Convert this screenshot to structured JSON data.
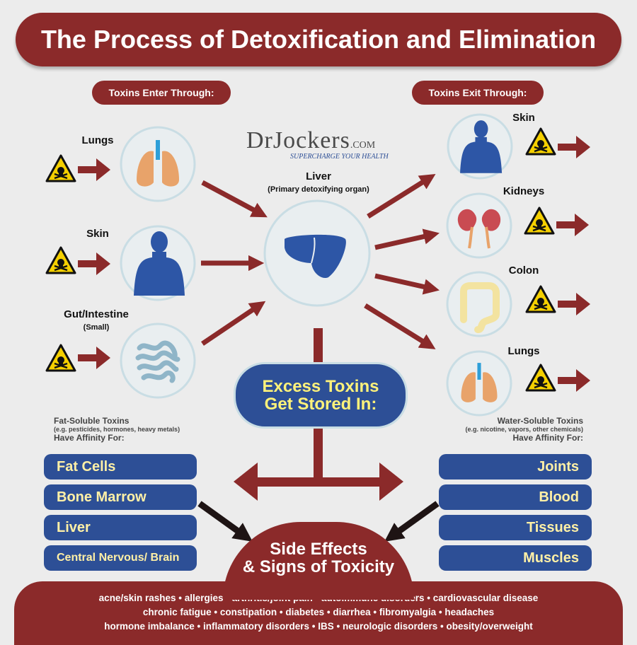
{
  "title": "The Process of Detoxification and Elimination",
  "enter_header": "Toxins Enter Through:",
  "exit_header": "Toxins Exit Through:",
  "logo": {
    "brand_prefix": "DrJockers",
    "domain": ".COM",
    "tagline": "SUPERCHARGE YOUR HEALTH"
  },
  "liver": {
    "label": "Liver",
    "sublabel": "(Primary detoxifying organ)"
  },
  "entry_points": [
    {
      "label": "Lungs",
      "sublabel": ""
    },
    {
      "label": "Skin",
      "sublabel": ""
    },
    {
      "label": "Gut/Intestine",
      "sublabel": "(Small)"
    }
  ],
  "exit_points": [
    {
      "label": "Skin"
    },
    {
      "label": "Kidneys"
    },
    {
      "label": "Colon"
    },
    {
      "label": "Lungs"
    }
  ],
  "excess": {
    "line1": "Excess Toxins",
    "line2": "Get Stored In:"
  },
  "fat_soluble": {
    "title": "Fat-Soluble Toxins",
    "examples": "(e.g. pesticides, hormones, heavy metals)",
    "affinity": "Have Affinity For:",
    "items": [
      "Fat Cells",
      "Bone Marrow",
      "Liver",
      "Central Nervous/ Brain"
    ]
  },
  "water_soluble": {
    "title": "Water-Soluble Toxins",
    "examples": "(e.g. nicotine, vapors, other chemicals)",
    "affinity": "Have Affinity For:",
    "items": [
      "Joints",
      "Blood",
      "Tissues",
      "Muscles"
    ]
  },
  "side_effects": {
    "line1": "Side Effects",
    "line2": "& Signs of Toxicity"
  },
  "symptoms_lines": [
    "acne/skin rashes • allergies • arthritis/joint pain • autoimmune disorders • cardiovascular disease",
    "chronic fatigue • constipation • diabetes • diarrhea • fibromyalgia • headaches",
    "hormone imbalance • inflammatory disorders • IBS • neurologic disorders • obesity/overweight"
  ],
  "colors": {
    "maroon": "#8b2a2a",
    "blue": "#2d4f96",
    "yellow_text": "#fff0a6",
    "warning_yellow": "#f5d000",
    "organ_blue": "#2d56a6",
    "lung_orange": "#e8a36a"
  }
}
